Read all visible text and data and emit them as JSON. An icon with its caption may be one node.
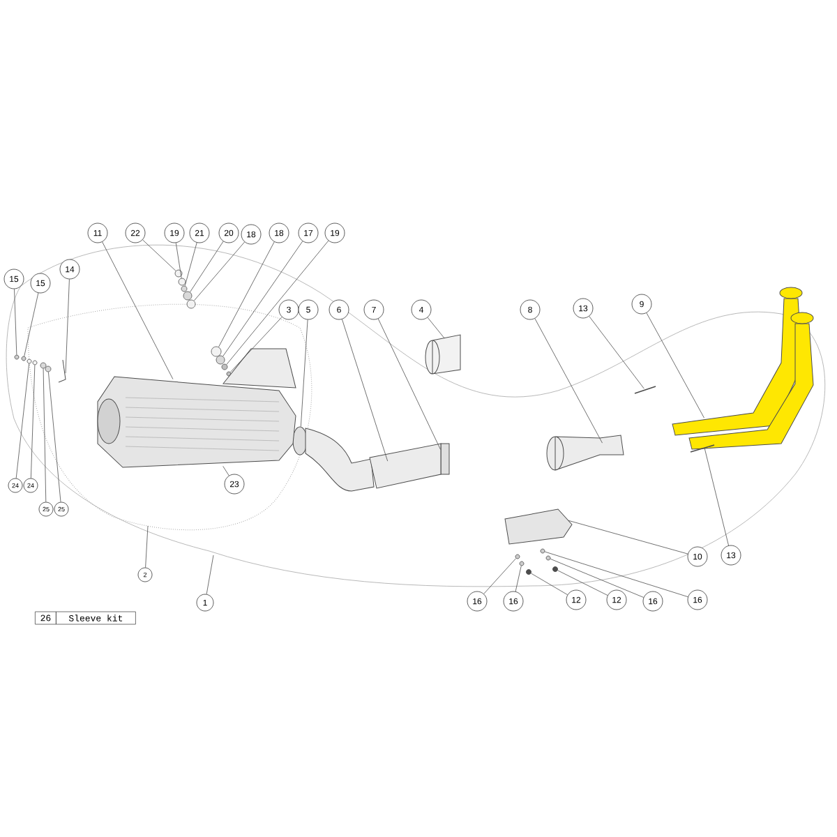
{
  "diagram": {
    "nodes": [
      {
        "text": [
          "11"
        ]
      },
      {
        "text": [
          "22"
        ]
      },
      {
        "text": [
          "19"
        ]
      },
      {
        "text": [
          "21"
        ]
      },
      {
        "text": [
          "20"
        ]
      },
      {
        "text": [
          "18"
        ]
      },
      {
        "text": [
          "18"
        ]
      },
      {
        "text": [
          "17"
        ]
      },
      {
        "text": [
          "19"
        ]
      },
      {
        "text": [
          "14"
        ]
      },
      {
        "text": [
          "15"
        ]
      },
      {
        "text": [
          "15"
        ]
      },
      {
        "text": [
          "9"
        ]
      },
      {
        "text": [
          "3"
        ]
      },
      {
        "text": [
          "5"
        ]
      },
      {
        "text": [
          "6"
        ]
      },
      {
        "text": [
          "7"
        ]
      },
      {
        "text": [
          "4"
        ]
      },
      {
        "text": [
          "8"
        ]
      },
      {
        "text": [
          "13"
        ]
      },
      {
        "text": [
          "23"
        ]
      },
      {
        "text": [
          "24"
        ]
      },
      {
        "text": [
          "24"
        ]
      },
      {
        "text": [
          "25"
        ]
      },
      {
        "text": [
          "25"
        ]
      },
      {
        "text": [
          "10"
        ]
      },
      {
        "text": [
          "13"
        ]
      },
      {
        "text": [
          "2"
        ]
      },
      {
        "text": [
          "1"
        ]
      },
      {
        "text": [
          "16"
        ]
      },
      {
        "text": [
          "16"
        ]
      },
      {
        "text": [
          "12"
        ]
      },
      {
        "text": [
          "12"
        ]
      },
      {
        "text": [
          "16"
        ]
      },
      {
        "text": [
          "16"
        ]
      },
      {
        "text": [],
        "shape": "circle"
      },
      {
        "text": [],
        "shape": "circle"
      },
      {
        "text": [],
        "shape": "circle"
      },
      {
        "text": [],
        "shape": "circle"
      },
      {
        "text": [],
        "shape": "circle"
      },
      {
        "text": [],
        "shape": "circle"
      },
      {
        "text": [],
        "shape": "circle"
      },
      {
        "text": [],
        "shape": "circle"
      },
      {
        "text": [],
        "shape": "circle"
      },
      {
        "text": [],
        "shape": "circle"
      },
      {
        "text": [],
        "shape": "circle"
      },
      {
        "text": [],
        "shape": "circle"
      },
      {
        "text": [],
        "shape": "circle"
      },
      {
        "text": [],
        "shape": "circle"
      },
      {
        "text": [],
        "shape": "circle"
      },
      {
        "text": [],
        "shape": "circle"
      },
      {
        "text": [],
        "shape": "circle"
      },
      {
        "text": [],
        "shape": "circle"
      },
      {
        "text": [],
        "shape": "circle"
      },
      {
        "text": [],
        "shape": "circle"
      },
      {
        "text": [],
        "shape": "circle"
      },
      {
        "text": [],
        "shape": "ellipse"
      },
      {
        "text": [],
        "shape": "box"
      },
      {
        "text": [],
        "shape": "picture"
      },
      {
        "text": [],
        "shape": "picture"
      },
      {
        "text": [],
        "shape": "picture"
      },
      {
        "text": [],
        "shape": "picture"
      },
      {
        "text": [],
        "shape": "picture"
      },
      {
        "text": [],
        "shape": "picture"
      },
      {
        "text": [],
        "shape": "picture"
      },
      {
        "text": [],
        "shape": "picture"
      },
      {
        "text": [],
        "shape": "picture"
      }
    ],
    "edges": [
      {
        "from": 0,
        "to": 58,
        "arrow": "none"
      },
      {
        "from": 1,
        "to": 35,
        "arrow": "none"
      },
      {
        "from": 2,
        "to": 36,
        "arrow": "none"
      },
      {
        "from": 3,
        "to": 37,
        "arrow": "none"
      },
      {
        "from": 4,
        "to": 38,
        "arrow": "none"
      },
      {
        "from": 5,
        "to": 39,
        "arrow": "none"
      },
      {
        "from": 6,
        "to": 40,
        "arrow": "none"
      },
      {
        "from": 7,
        "to": 41,
        "arrow": "none"
      },
      {
        "from": 8,
        "to": 42,
        "arrow": "none"
      },
      {
        "from": 9,
        "to": 59,
        "arrow": "none"
      },
      {
        "from": 10,
        "to": 44,
        "arrow": "none"
      },
      {
        "from": 11,
        "to": 45,
        "arrow": "none"
      },
      {
        "from": 12,
        "to": 64,
        "arrow": "none"
      },
      {
        "from": 13,
        "to": 43,
        "arrow": "none"
      },
      {
        "from": 14,
        "to": 56,
        "arrow": "none"
      },
      {
        "from": 15,
        "to": 60,
        "arrow": "none"
      },
      {
        "from": 16,
        "to": 57,
        "arrow": "none"
      },
      {
        "from": 17,
        "to": 61,
        "arrow": "none"
      },
      {
        "from": 18,
        "to": 62,
        "arrow": "none"
      },
      {
        "from": 19,
        "to": 63,
        "arrow": "none"
      },
      {
        "from": 20,
        "to": 58,
        "arrow": "none"
      },
      {
        "from": 21,
        "to": 46,
        "arrow": "none"
      },
      {
        "from": 22,
        "to": 47,
        "arrow": "none"
      },
      {
        "from": 23,
        "to": 48,
        "arrow": "none"
      },
      {
        "from": 24,
        "to": 49,
        "arrow": "none"
      },
      {
        "from": 25,
        "to": 65,
        "arrow": "none"
      },
      {
        "from": 26,
        "to": 66,
        "arrow": "none"
      },
      {
        "from": 27,
        "to": null,
        "arrow": "none"
      },
      {
        "from": 28,
        "to": null,
        "arrow": "none"
      },
      {
        "from": 29,
        "to": 50,
        "arrow": "none"
      },
      {
        "from": 30,
        "to": 51,
        "arrow": "none"
      },
      {
        "from": 31,
        "to": 52,
        "arrow": "none"
      },
      {
        "from": 32,
        "to": 53,
        "arrow": "none"
      },
      {
        "from": 33,
        "to": 54,
        "arrow": "none"
      },
      {
        "from": 34,
        "to": 55,
        "arrow": "none"
      }
    ],
    "labels": [
      "26",
      "Sleeve kit"
    ]
  }
}
